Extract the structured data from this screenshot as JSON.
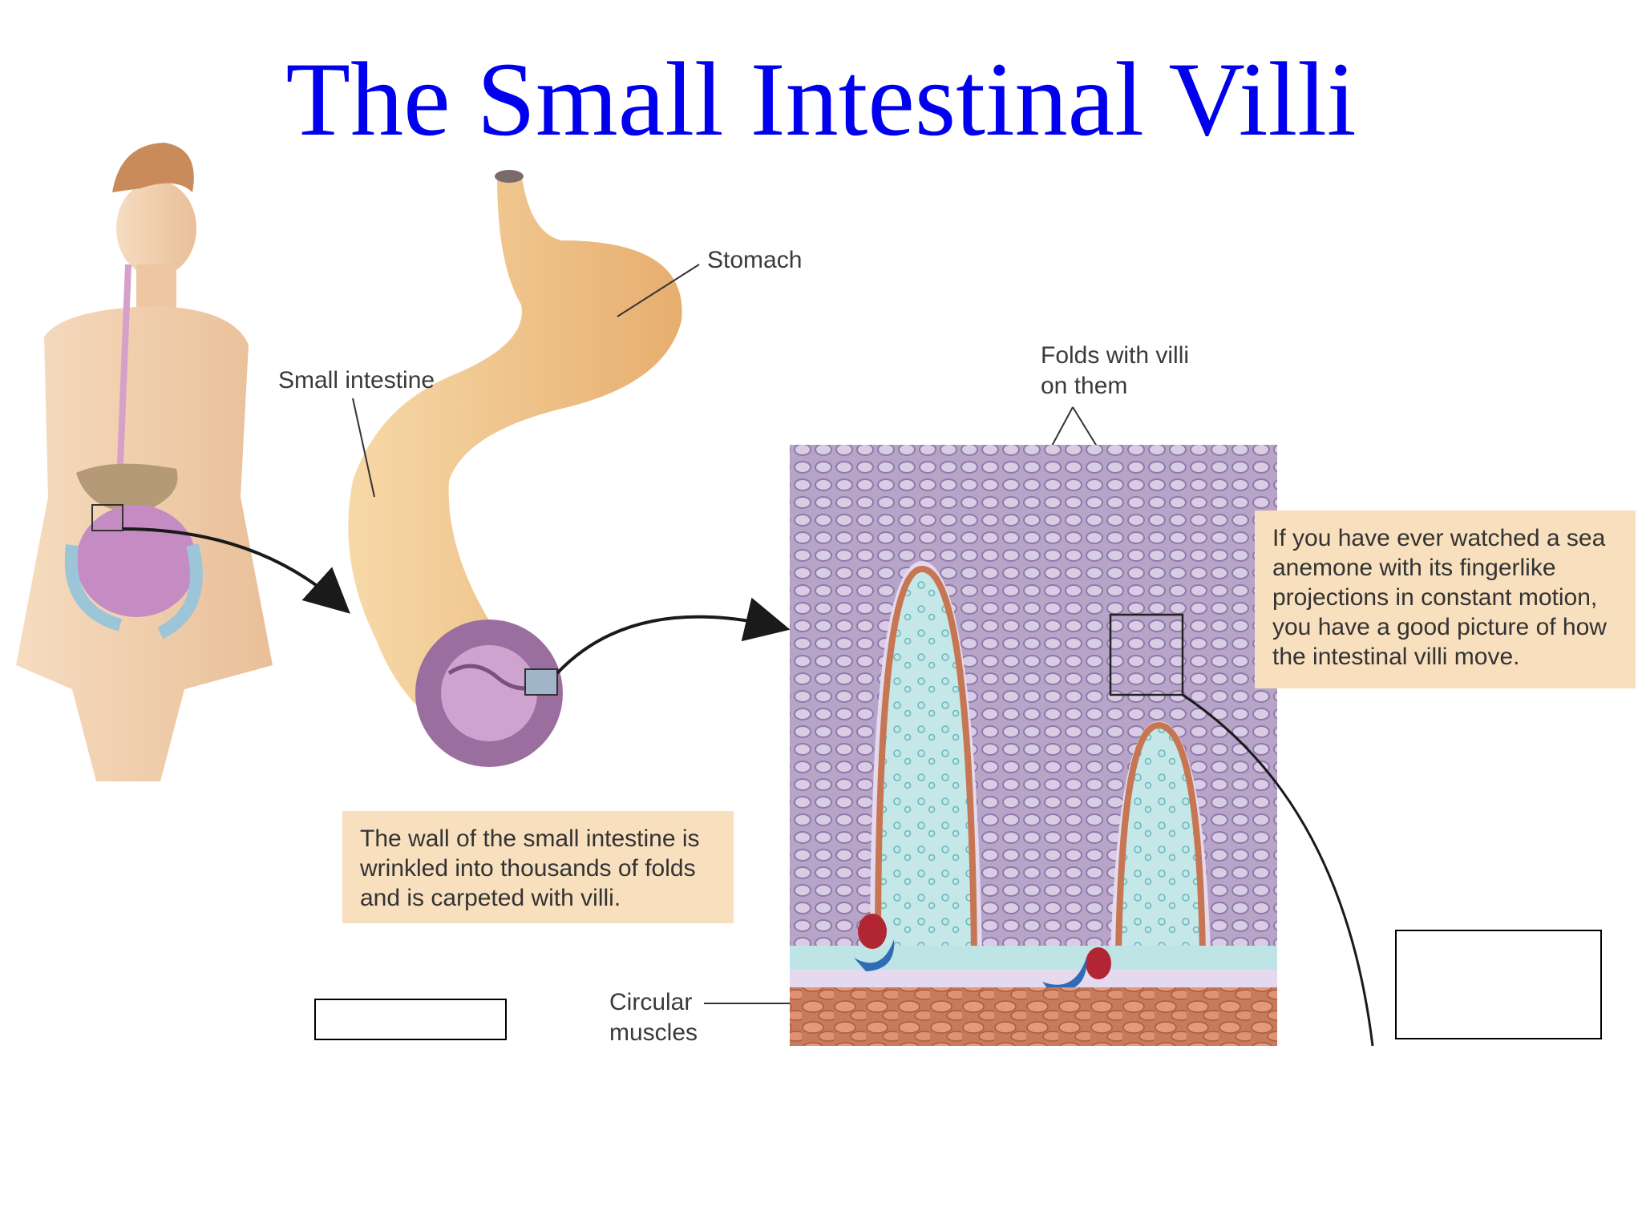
{
  "title": "The Small Intestinal Villi",
  "labels": {
    "stomach": "Stomach",
    "small_intestine": "Small intestine",
    "folds": "Folds with villi\non them",
    "circular_muscles": "Circular\nmuscles"
  },
  "callouts": {
    "wall": "The wall of the small intestine is wrinkled into thousands of folds and is carpeted with villi.",
    "anemone": "If you have ever watched a sea anemone with its fingerlike projections in constant motion, you have a good picture of how the intestinal villi move."
  },
  "colors": {
    "title": "#0000ee",
    "callout_bg": "#f8dfbd",
    "skin": "#f3d2b0",
    "stomach": "#f2c98f",
    "villi_bg": "#b9a6cc",
    "fold_core": "#bfe4e6",
    "muscle": "#d98a6a"
  }
}
